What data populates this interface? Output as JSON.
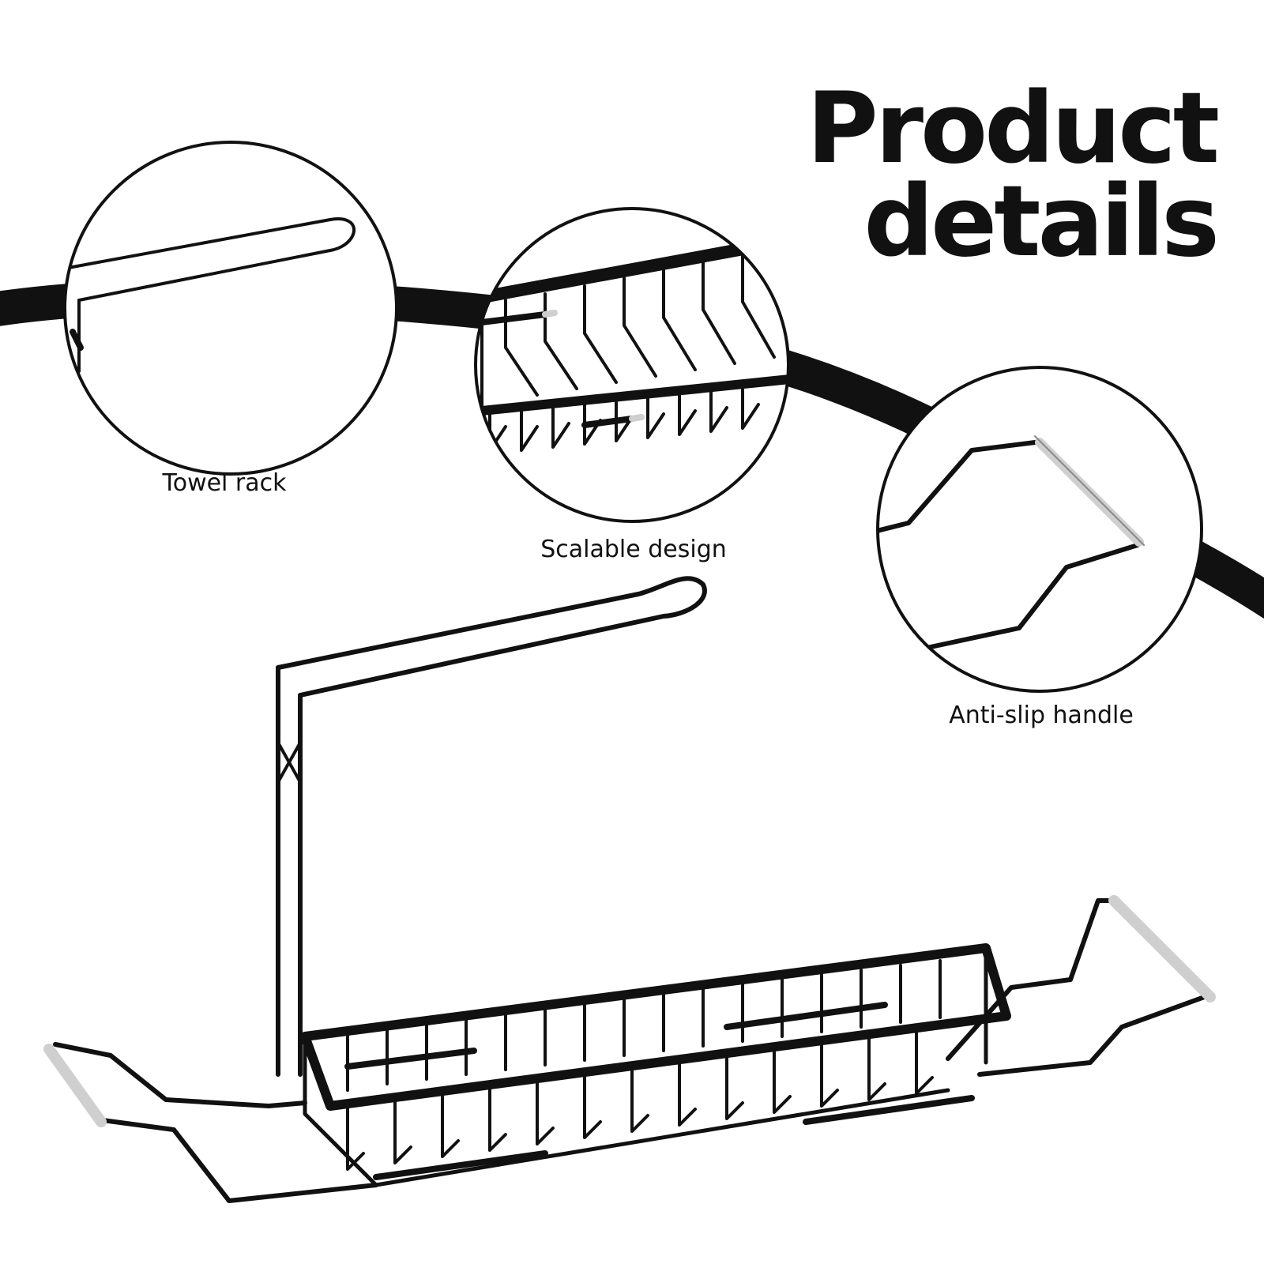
{
  "headline": {
    "line1": "Product",
    "line2": "details"
  },
  "callouts": [
    {
      "label": "Towel rack",
      "icon": "towel-rack-detail"
    },
    {
      "label": "Scalable design",
      "icon": "scalable-basket-detail"
    },
    {
      "label": "Anti-slip handle",
      "icon": "anti-slip-handle-detail"
    }
  ],
  "colors": {
    "ink": "#111111",
    "background": "#ffffff",
    "handle_grip": "#d8d8d8"
  }
}
